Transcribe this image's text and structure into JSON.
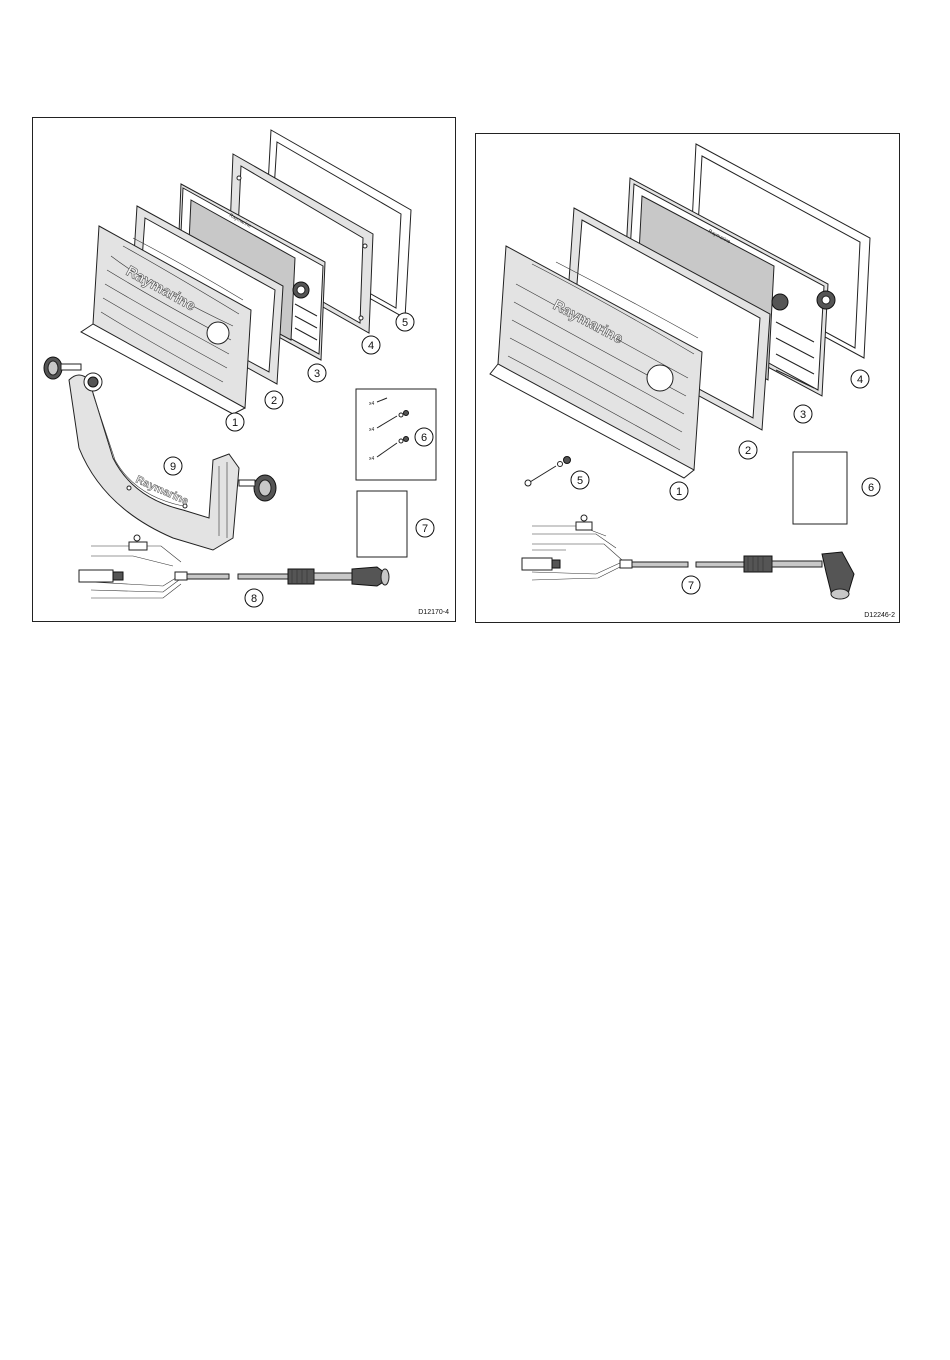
{
  "figures": [
    {
      "id": "left",
      "reference_code": "D12170-4",
      "brand_marks": [
        "Raymarine",
        "Raymarine",
        "Raymarine"
      ],
      "quantity_marks": [
        "x4",
        "x4",
        "x4"
      ],
      "callouts": [
        "1",
        "2",
        "3",
        "4",
        "5",
        "6",
        "7",
        "8",
        "9"
      ]
    },
    {
      "id": "right",
      "reference_code": "D12246-2",
      "brand_marks": [
        "Raymarine",
        "Raymarine"
      ],
      "callouts": [
        "1",
        "2",
        "3",
        "4",
        "5",
        "6",
        "7"
      ]
    }
  ]
}
